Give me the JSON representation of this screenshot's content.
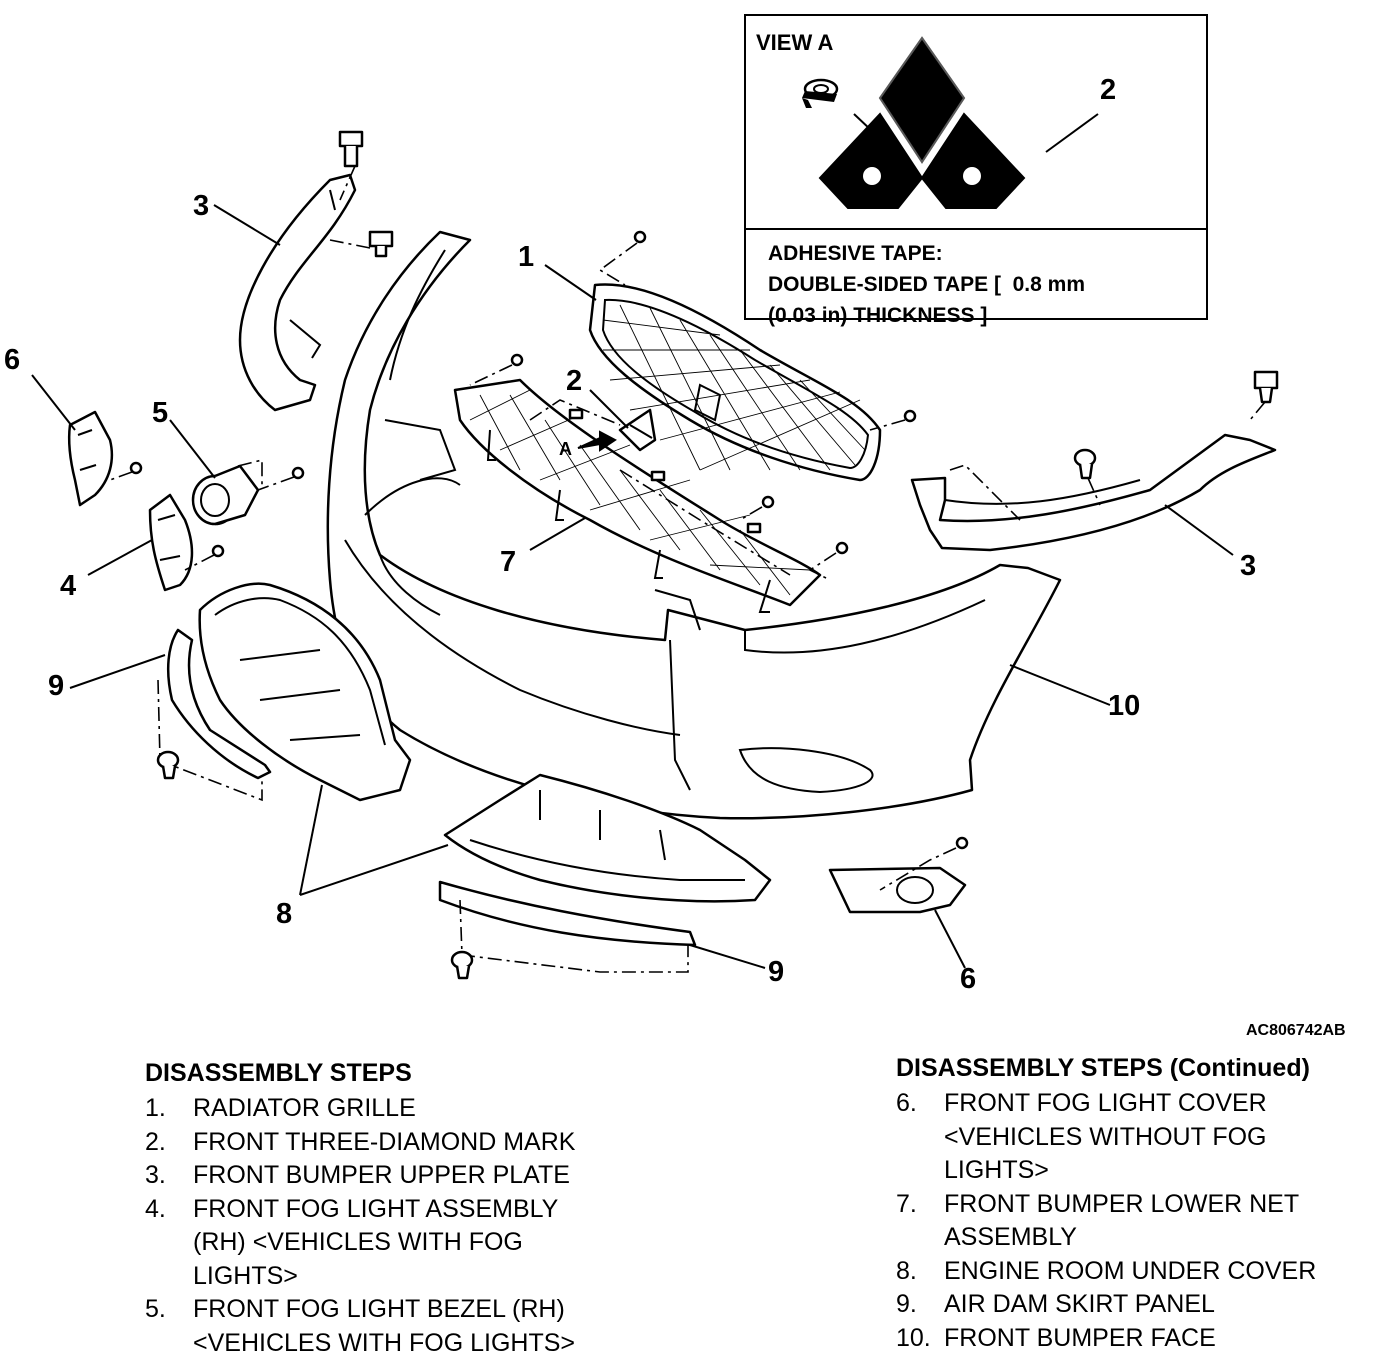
{
  "diagram": {
    "figure_code": "AC806742AB",
    "callouts": {
      "c1": "1",
      "c2": "2",
      "c3_left": "3",
      "c3_right": "3",
      "c4": "4",
      "c5": "5",
      "c6_left": "6",
      "c6_bottom": "6",
      "c7": "7",
      "c8": "8",
      "c9_left": "9",
      "c9_bottom": "9",
      "c10": "10",
      "view_marker": "A"
    },
    "view_a": {
      "title": "VIEW A",
      "callout": "2",
      "tape_line1": "ADHESIVE TAPE:",
      "tape_line2": "DOUBLE-SIDED TAPE [  0.8 mm",
      "tape_line3": "(0.03 in) THICKNESS ]"
    }
  },
  "steps_left": {
    "title": "DISASSEMBLY STEPS",
    "items": [
      {
        "num": "1.",
        "lines": [
          "RADIATOR GRILLE"
        ]
      },
      {
        "num": "2.",
        "lines": [
          "FRONT THREE-DIAMOND MARK"
        ]
      },
      {
        "num": "3.",
        "lines": [
          "FRONT BUMPER UPPER PLATE"
        ]
      },
      {
        "num": "4.",
        "lines": [
          "FRONT FOG LIGHT ASSEMBLY",
          "(RH) <VEHICLES WITH FOG",
          "LIGHTS>"
        ]
      },
      {
        "num": "5.",
        "lines": [
          "FRONT FOG LIGHT BEZEL (RH)",
          "<VEHICLES WITH FOG LIGHTS>"
        ]
      }
    ]
  },
  "steps_right": {
    "title": "DISASSEMBLY STEPS (Continued)",
    "items": [
      {
        "num": "6.",
        "lines": [
          "FRONT FOG LIGHT COVER",
          "<VEHICLES WITHOUT FOG",
          "LIGHTS>"
        ]
      },
      {
        "num": "7.",
        "lines": [
          "FRONT BUMPER LOWER NET",
          "ASSEMBLY"
        ]
      },
      {
        "num": "8.",
        "lines": [
          "ENGINE ROOM UNDER COVER"
        ]
      },
      {
        "num": "9.",
        "lines": [
          "AIR DAM SKIRT PANEL"
        ]
      },
      {
        "num": "10.",
        "lines": [
          "FRONT BUMPER FACE"
        ]
      }
    ]
  },
  "colors": {
    "ink": "#000000",
    "paper": "#ffffff"
  }
}
